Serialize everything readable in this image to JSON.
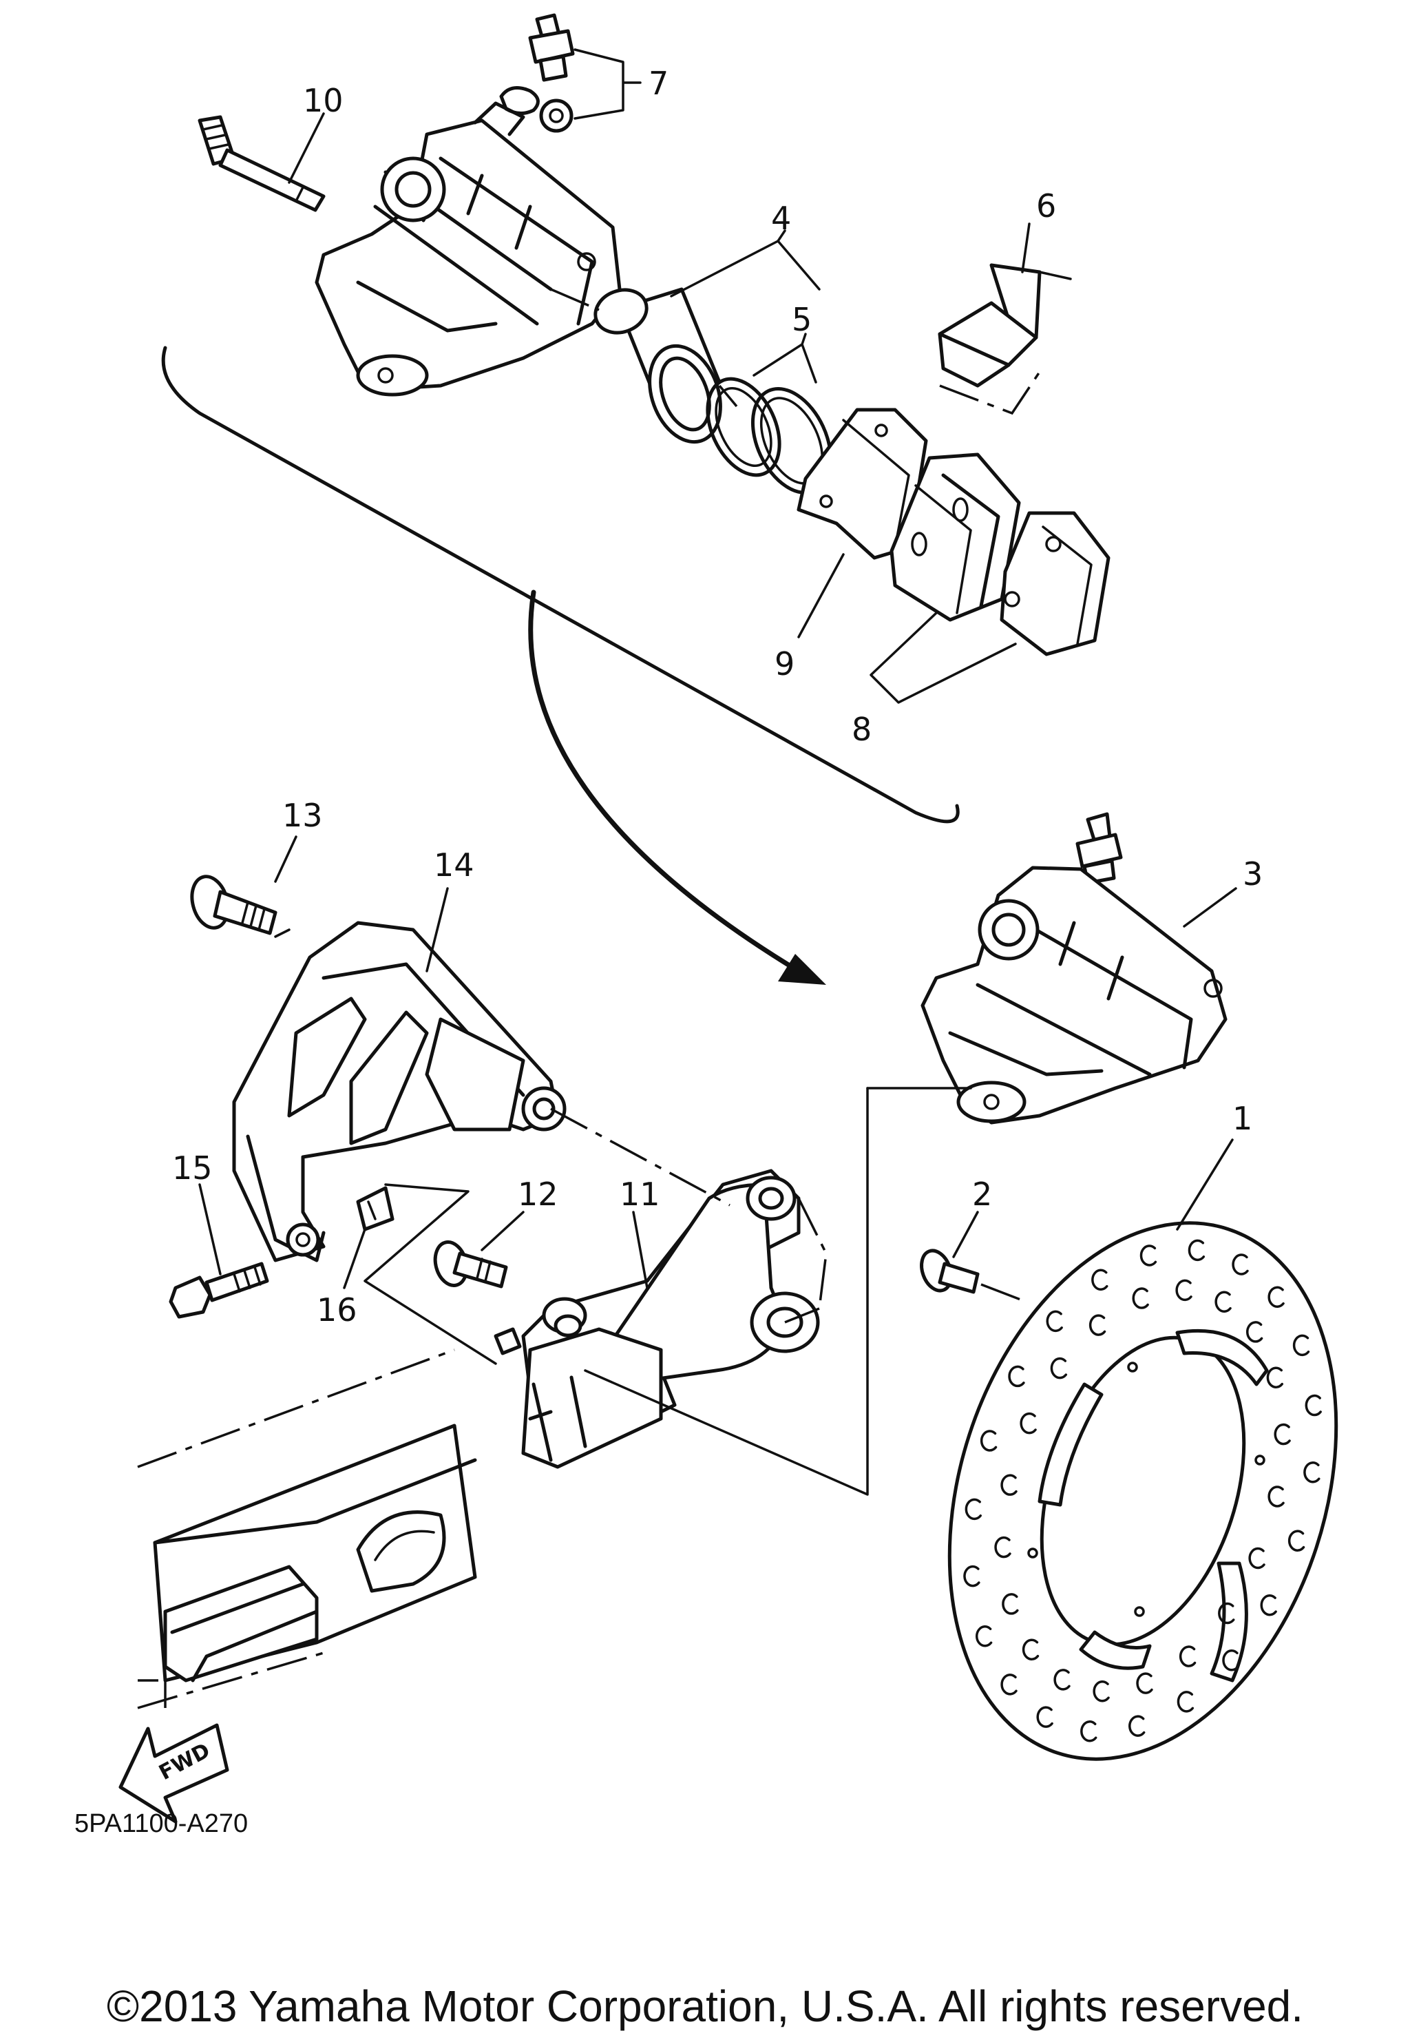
{
  "callouts": {
    "c1": "1",
    "c2": "2",
    "c3": "3",
    "c4": "4",
    "c5": "5",
    "c6": "6",
    "c7": "7",
    "c8": "8",
    "c9": "9",
    "c10": "10",
    "c11": "11",
    "c12": "12",
    "c13": "13",
    "c14": "14",
    "c15": "15",
    "c16": "16"
  },
  "fwd_label": "FWD",
  "diagram_code": "5PA1100-A270",
  "copyright": "©2013 Yamaha Motor Corporation, U.S.A. All rights reserved."
}
